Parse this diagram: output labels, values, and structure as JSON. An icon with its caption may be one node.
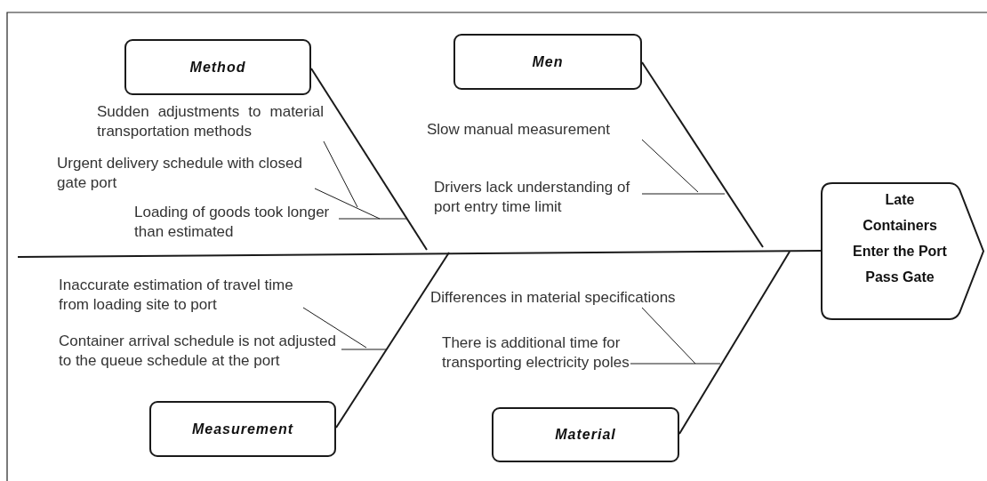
{
  "diagram": {
    "nodes": [
      {
        "text": [
          "Method"
        ]
      },
      {
        "text": [
          "Men"
        ]
      },
      {
        "text": [
          "Late Containers Enter the Port Pass Gate"
        ]
      },
      {
        "text": [
          "Measurement"
        ]
      },
      {
        "text": [
          "Material"
        ]
      },
      {
        "text": [
          "Sudden adjustments to material transportation methods"
        ]
      },
      {
        "text": [
          "Urgent delivery schedule with closed gate port"
        ]
      },
      {
        "text": [
          "Loading of goods took longer than estimated"
        ]
      },
      {
        "text": [
          "Slow manual measurement"
        ]
      },
      {
        "text": [
          "Drivers lack understanding of port entry time limit"
        ]
      },
      {
        "text": [
          "Inaccurate estimation of travel time from loading site to port"
        ]
      },
      {
        "text": [
          "Container arrival schedule is not adjusted to the queue schedule at the port"
        ]
      },
      {
        "text": [
          "Differences in material specifications"
        ]
      },
      {
        "text": [
          "There is additional time for transporting electricity poles"
        ]
      }
    ],
    "edges": [
      {
        "from": null,
        "to": 2,
        "arrow": "none"
      },
      {
        "from": 0,
        "to": null,
        "arrow": "none"
      },
      {
        "from": 1,
        "to": null,
        "arrow": "none"
      },
      {
        "from": 3,
        "to": null,
        "arrow": "none"
      },
      {
        "from": 4,
        "to": null,
        "arrow": "none"
      },
      {
        "from": 5,
        "to": null,
        "arrow": "none"
      },
      {
        "from": 6,
        "to": null,
        "arrow": "none"
      },
      {
        "from": 7,
        "to": null,
        "arrow": "none"
      },
      {
        "from": 8,
        "to": null,
        "arrow": "none"
      },
      {
        "from": 9,
        "to": null,
        "arrow": "none"
      },
      {
        "from": 10,
        "to": null,
        "arrow": "none"
      },
      {
        "from": 11,
        "to": null,
        "arrow": "none"
      },
      {
        "from": 12,
        "to": null,
        "arrow": "none"
      },
      {
        "from": 13,
        "to": null,
        "arrow": "none"
      }
    ]
  }
}
